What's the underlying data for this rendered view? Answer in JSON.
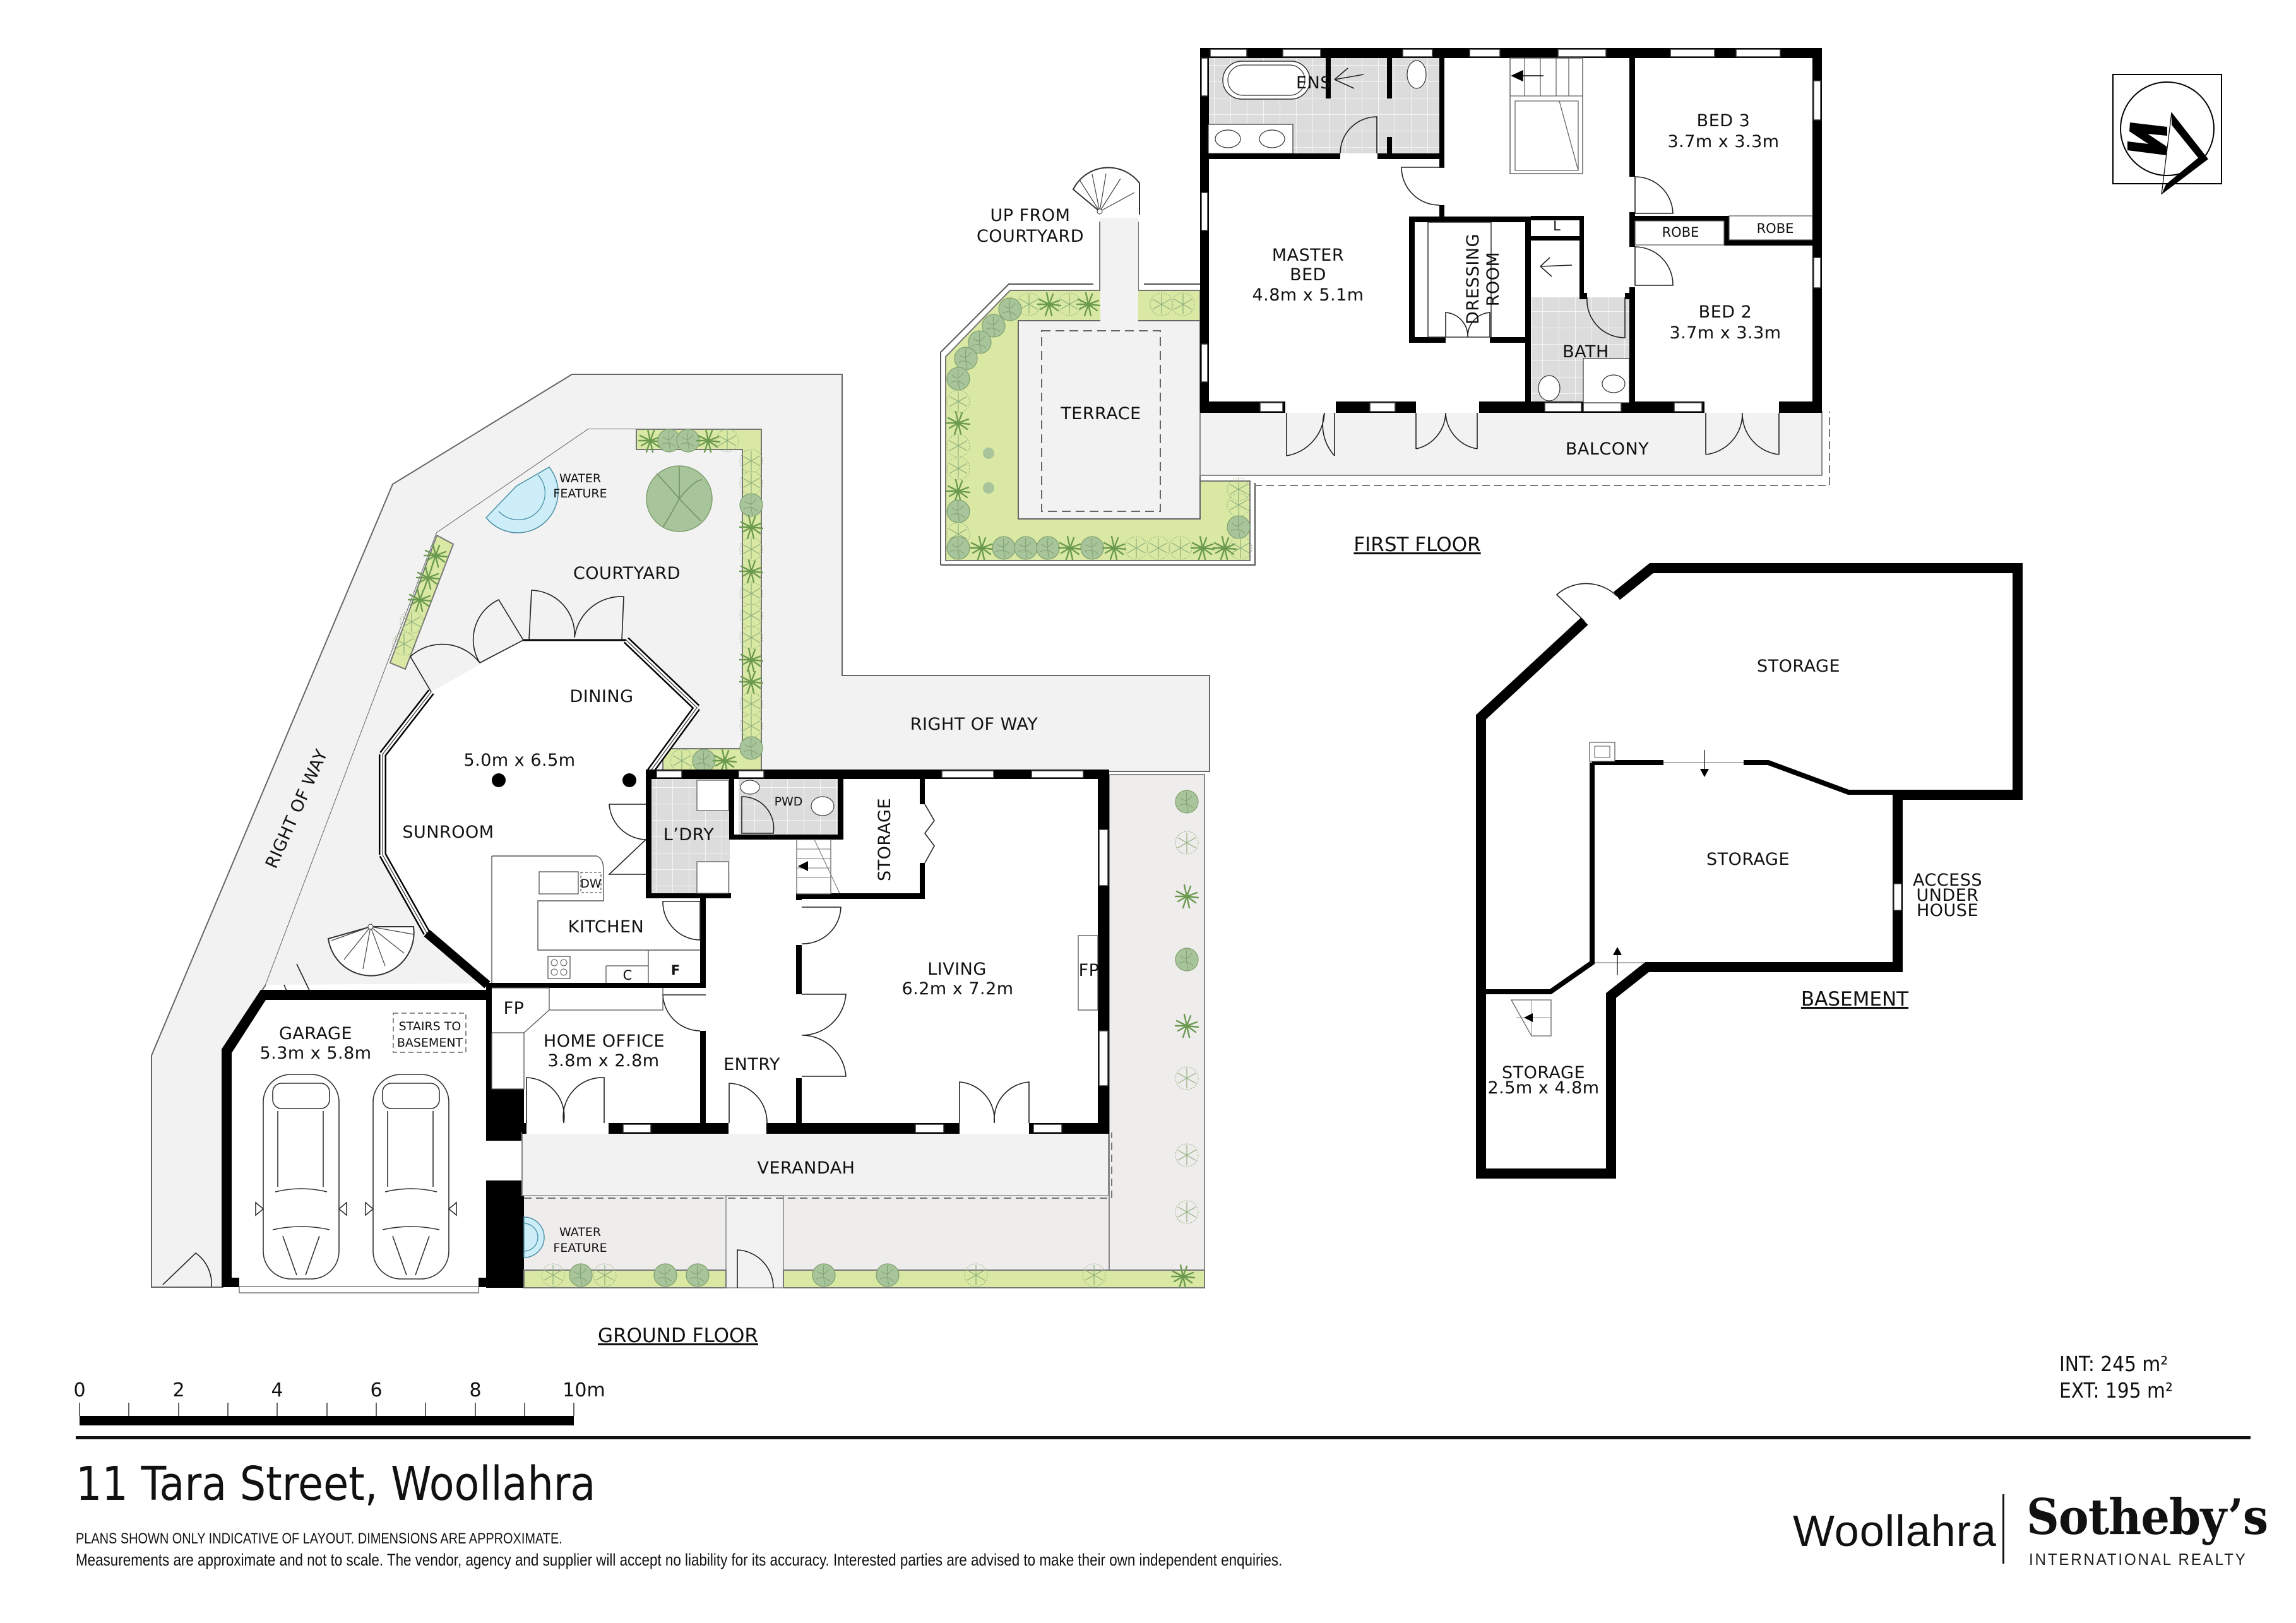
{
  "document": {
    "title": "11 Tara Street, Woollahra",
    "disclaimer_heading": "PLANS SHOWN ONLY INDICATIVE OF LAYOUT. DIMENSIONS ARE APPROXIMATE.",
    "disclaimer_body": "Measurements are approximate and not to scale. The vendor, agency and supplier will accept no liability for its accuracy. Interested parties are advised to make their own independent enquiries."
  },
  "areas": {
    "internal": "INT: 245 m²",
    "external": "EXT: 195 m²"
  },
  "branding": {
    "office": "Woollahra",
    "brand": "Sotheby’s",
    "sub": "INTERNATIONAL REALTY"
  },
  "compass": {
    "label": "N",
    "icon": "north-arrow-icon"
  },
  "scale_bar": {
    "ticks": [
      "0",
      "2",
      "4",
      "6",
      "8",
      "10m"
    ],
    "unit": "m"
  },
  "colors": {
    "wall": "#000000",
    "paving": "#f2f2f2",
    "garden": "#d9e8a3",
    "tile": "#dcdcdc",
    "plant": "#a8c49a",
    "plant_stroke": "#6b9a4f",
    "water": "#cdeef8",
    "front_yard": "#efecec"
  },
  "floors": {
    "ground": {
      "title": "GROUND FLOOR",
      "rooms": {
        "courtyard": "COURTYARD",
        "water_feature_1": [
          "WATER",
          "FEATURE"
        ],
        "dining": "DINING",
        "sunroom_dims": "5.0m x 6.5m",
        "sunroom": "SUNROOM",
        "row_left": "RIGHT OF WAY",
        "row_top": "RIGHT OF WAY",
        "laundry": "L’DRY",
        "powder": "PWD",
        "storage": "STORAGE",
        "kitchen": "KITCHEN",
        "kitchen_dw": "DW",
        "kitchen_c": "C",
        "kitchen_f": "F",
        "living": "LIVING",
        "living_dims": "6.2m x 7.2m",
        "living_fp": "FP",
        "office_fp": "FP",
        "home_office": "HOME OFFICE",
        "home_office_dims": "3.8m x 2.8m",
        "entry": "ENTRY",
        "garage": "GARAGE",
        "garage_dims": "5.3m x 5.8m",
        "stairs_to_basement": [
          "STAIRS TO",
          "BASEMENT"
        ],
        "verandah": "VERANDAH",
        "water_feature_2": [
          "WATER",
          "FEATURE"
        ]
      }
    },
    "first": {
      "title": "FIRST FLOOR",
      "rooms": {
        "ensuite": "ENS",
        "up_from": [
          "UP FROM",
          "COURTYARD"
        ],
        "master": [
          "MASTER",
          "BED"
        ],
        "master_dims": "4.8m x 5.1m",
        "dressing": [
          "DRESSING",
          "ROOM"
        ],
        "linen": "L",
        "bath": "BATH",
        "bed3": "BED 3",
        "bed3_dims": "3.7m x 3.3m",
        "robe1": "ROBE",
        "robe2": "ROBE",
        "bed2": "BED 2",
        "bed2_dims": "3.7m x 3.3m",
        "terrace": "TERRACE",
        "balcony": "BALCONY"
      }
    },
    "basement": {
      "title": "BASEMENT",
      "rooms": {
        "storage_top": "STORAGE",
        "storage_mid": "STORAGE",
        "access": [
          "ACCESS",
          "UNDER",
          "HOUSE"
        ],
        "storage_small": "STORAGE",
        "storage_small_dims": "2.5m x 4.8m"
      }
    }
  }
}
